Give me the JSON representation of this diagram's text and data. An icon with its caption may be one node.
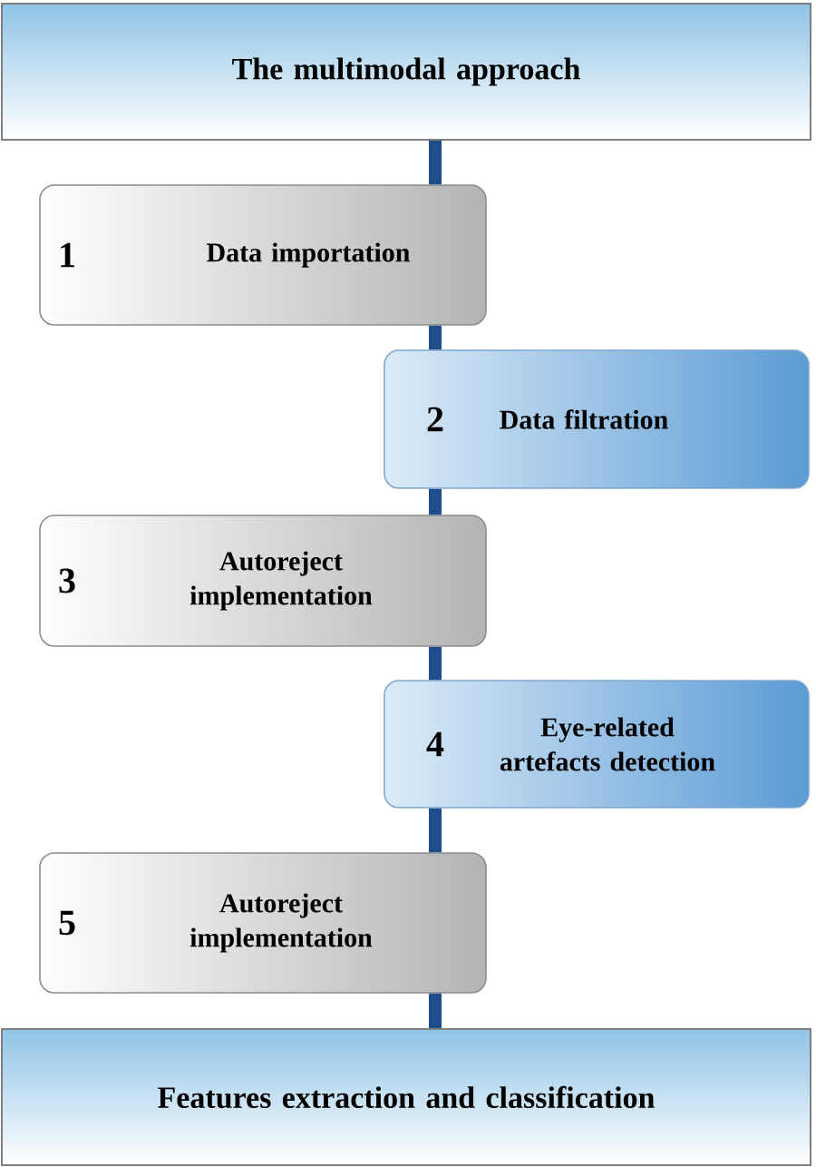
{
  "diagram": {
    "nodes": [
      {
        "text": [
          "The multimodal approach"
        ]
      },
      {
        "text": [
          "1",
          "Data importation"
        ]
      },
      {
        "text": [
          "2",
          "Data filtration"
        ]
      },
      {
        "text": [
          "3",
          "Autoreject implementation"
        ]
      },
      {
        "text": [
          "4",
          "Eye-related artefacts detection"
        ]
      },
      {
        "text": [
          "5",
          "Autoreject implementation"
        ]
      },
      {
        "text": [
          "Features extraction and classification"
        ]
      }
    ],
    "edges": [
      {
        "from": 0,
        "to": 1,
        "arrow": "none"
      },
      {
        "from": 1,
        "to": 2,
        "arrow": "none"
      },
      {
        "from": 2,
        "to": 3,
        "arrow": "none"
      },
      {
        "from": 3,
        "to": 4,
        "arrow": "none"
      },
      {
        "from": 4,
        "to": 5,
        "arrow": "none"
      },
      {
        "from": 5,
        "to": 6,
        "arrow": "none"
      }
    ]
  }
}
